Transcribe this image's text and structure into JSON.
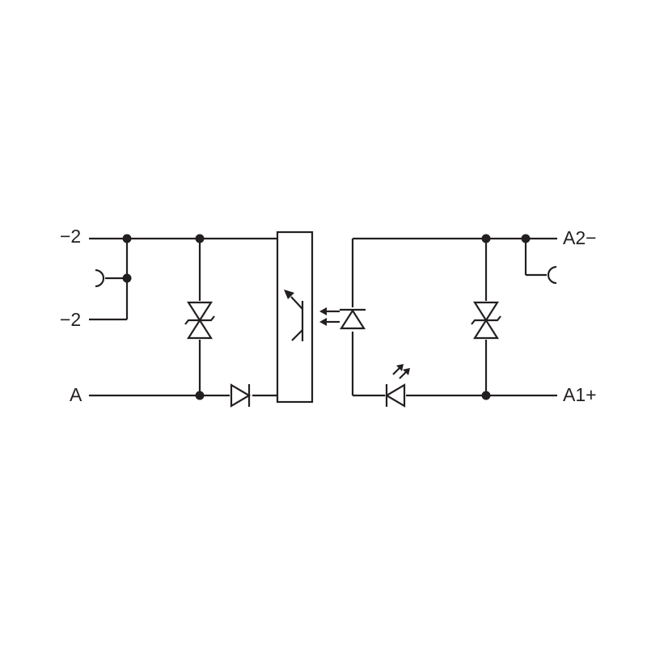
{
  "diagram": {
    "terminals": {
      "left_top": "−2",
      "left_mid": "−2",
      "left_bottom": "A",
      "right_top": "A2−",
      "right_bottom": "A1+"
    },
    "colors": {
      "ink": "#231f20",
      "background": "#ffffff"
    },
    "icons": [
      "socket-icon",
      "diode-icon",
      "tvs-diode-icon",
      "led-icon",
      "photodiode-icon",
      "phototransistor-icon",
      "optocoupler-icon"
    ]
  }
}
